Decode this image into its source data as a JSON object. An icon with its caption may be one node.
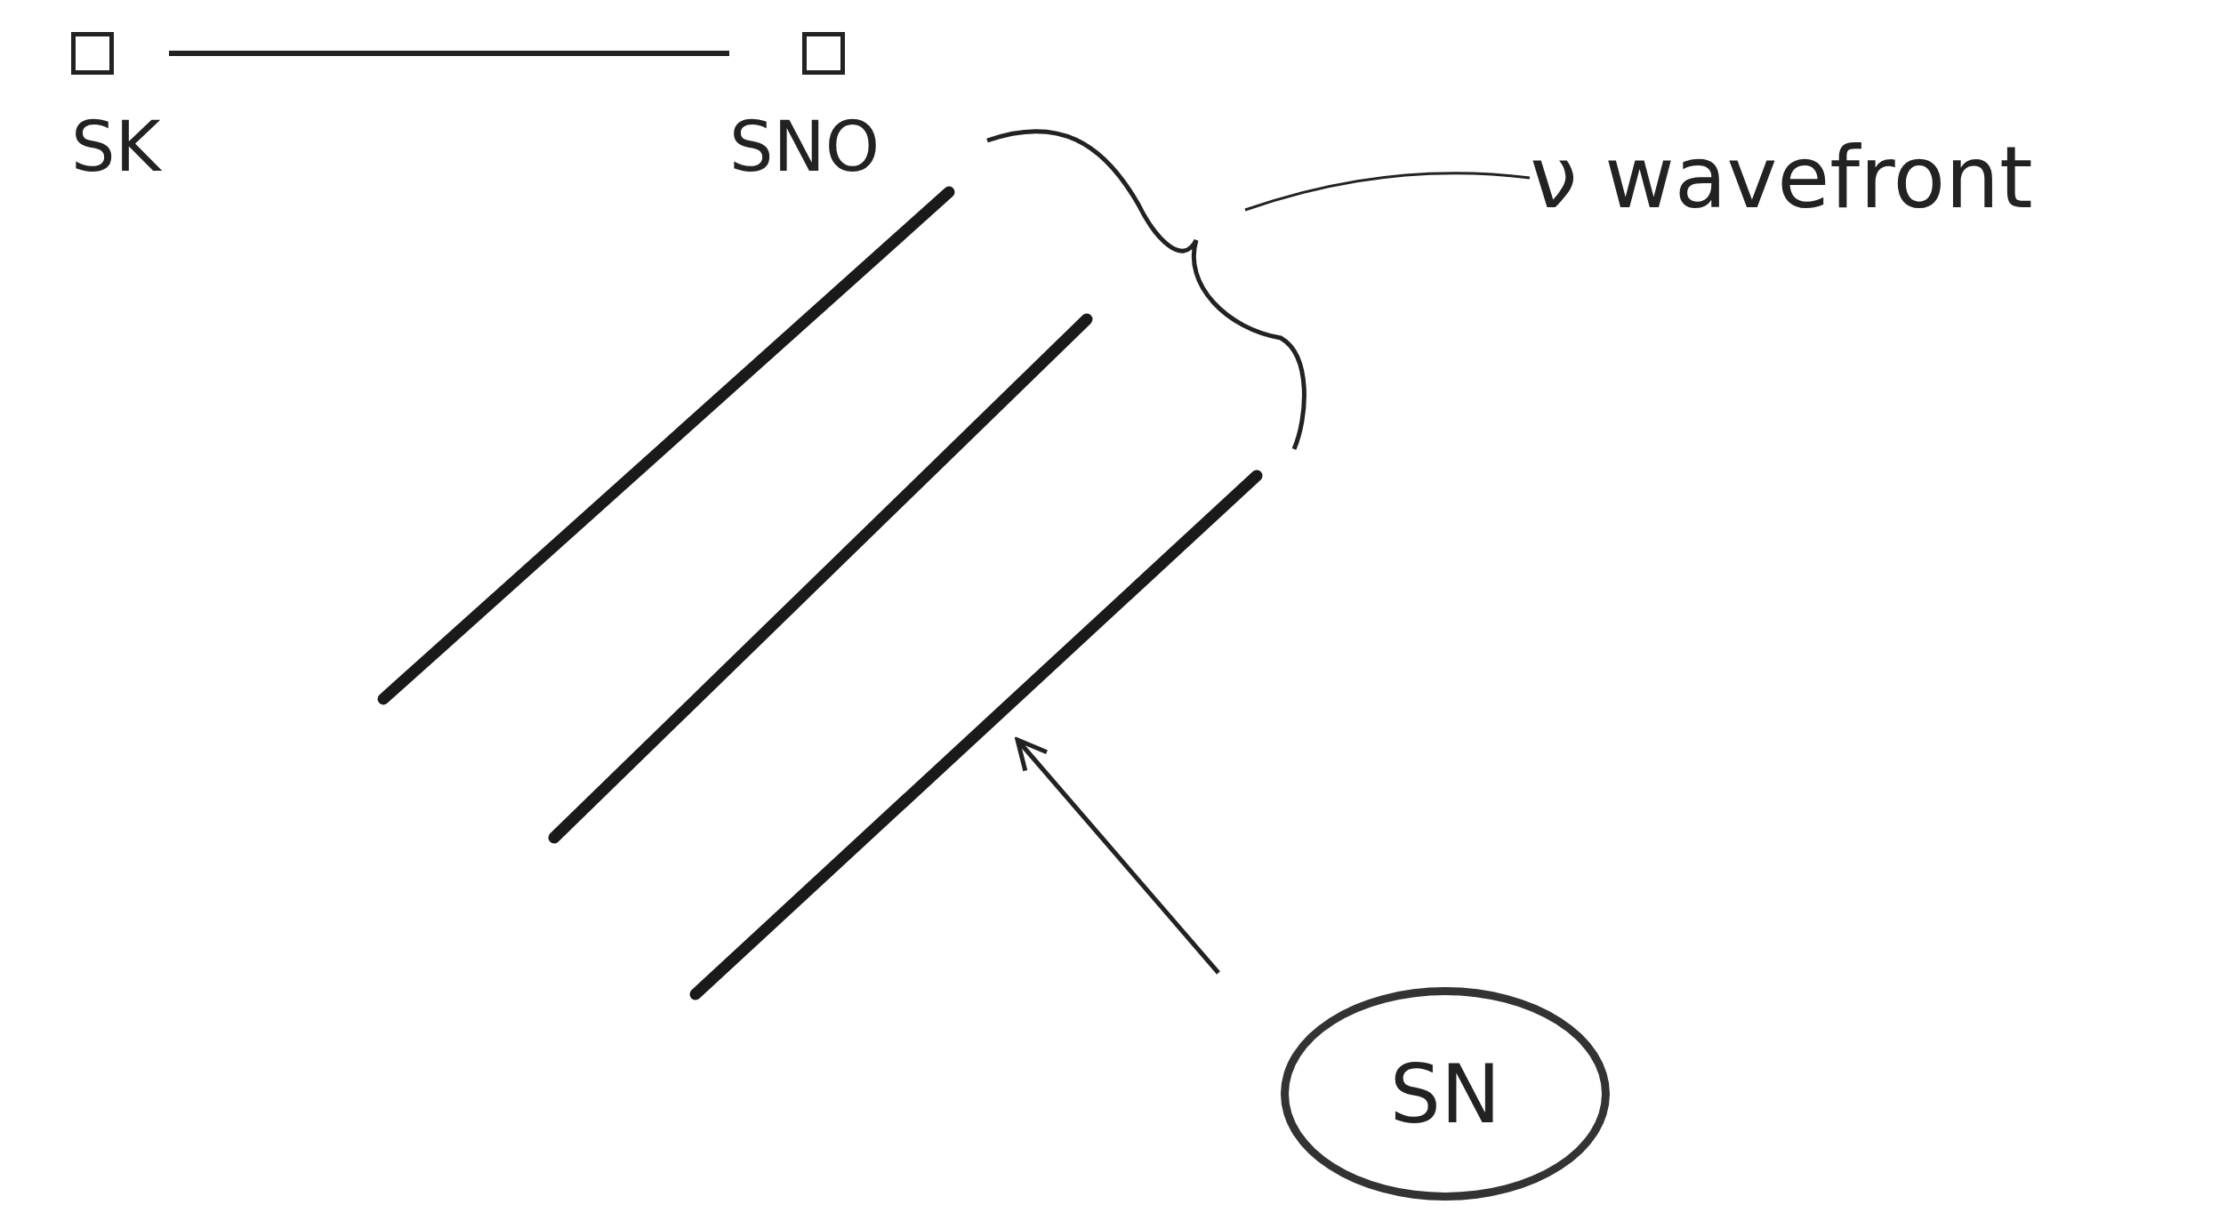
{
  "diagram": {
    "nodes": [
      {
        "text": [
          "SK"
        ]
      },
      {
        "text": [
          "SNO"
        ]
      },
      {
        "text": [
          "ν wavefront"
        ]
      },
      {
        "text": [],
        "shape": "brace"
      },
      {
        "text": [
          "SN"
        ]
      }
    ],
    "edges": [
      {
        "from": 0,
        "to": 1,
        "arrow": "none"
      },
      {
        "from": 2,
        "to": 3,
        "arrow": "none"
      }
    ]
  }
}
